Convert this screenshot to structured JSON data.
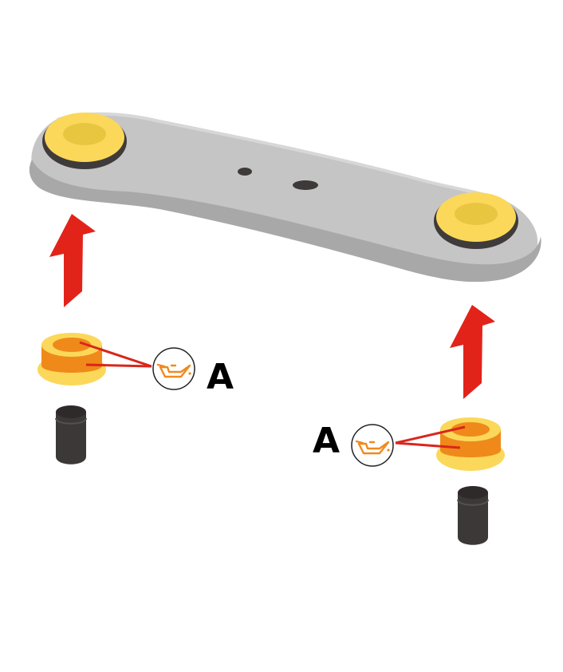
{
  "colors": {
    "arm_light": "#c6c5c5",
    "arm_mid": "#b3b2b2",
    "arm_dark": "#9c9b9b",
    "bush_yellow": "#fbd85a",
    "bush_yellow_dark": "#e9c640",
    "bush_orange": "#ef8a1a",
    "bush_orange_dark": "#e06f12",
    "insert_dark": "#3d3838",
    "arrow_red": "#e2231a",
    "leader_red": "#d9261c",
    "oil_icon": "#f08a1d"
  },
  "parts": {
    "control_arm": "control-arm",
    "bushings": [
      "bushing-left",
      "bushing-right"
    ],
    "inserts": [
      "insert-left",
      "insert-right"
    ]
  },
  "icons": {
    "lubricate": "oil-can-icon",
    "direction": "arrow-up-icon"
  },
  "callouts": [
    {
      "label": "A",
      "icon": "oil-can-icon"
    },
    {
      "label": "A",
      "icon": "oil-can-icon"
    }
  ]
}
